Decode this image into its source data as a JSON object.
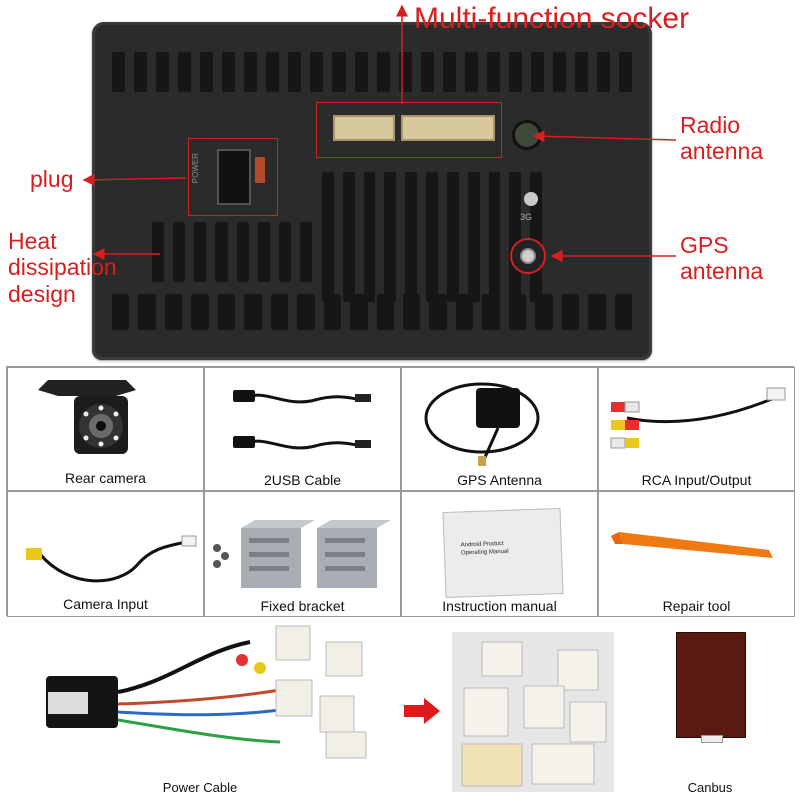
{
  "panel": {
    "labels": {
      "multifunction": "Multi-function socker",
      "radio": "Radio\nantenna",
      "plug": "plug",
      "heat": "Heat\ndissipation\ndesign",
      "gps": "GPS\nantenna"
    },
    "power_text": "POWER",
    "gps_mark": "3G"
  },
  "accessories": [
    {
      "label": "Rear camera"
    },
    {
      "label": "2USB  Cable"
    },
    {
      "label": "GPS  Antenna"
    },
    {
      "label": "RCA Input/Output"
    },
    {
      "label": "Camera  Input"
    },
    {
      "label": "Fixed bracket"
    },
    {
      "label": "Instruction manual"
    },
    {
      "label": "Repair tool"
    }
  ],
  "manual_text": {
    "line1": "Android Product",
    "line2": "Operating Manual"
  },
  "bottom": {
    "power_cable": "Power Cable",
    "canbus": "Canbus"
  },
  "colors": {
    "annotation_red": "#d81e1e",
    "unit_body": "#2b2b2b",
    "tool_orange": "#f07a12"
  }
}
